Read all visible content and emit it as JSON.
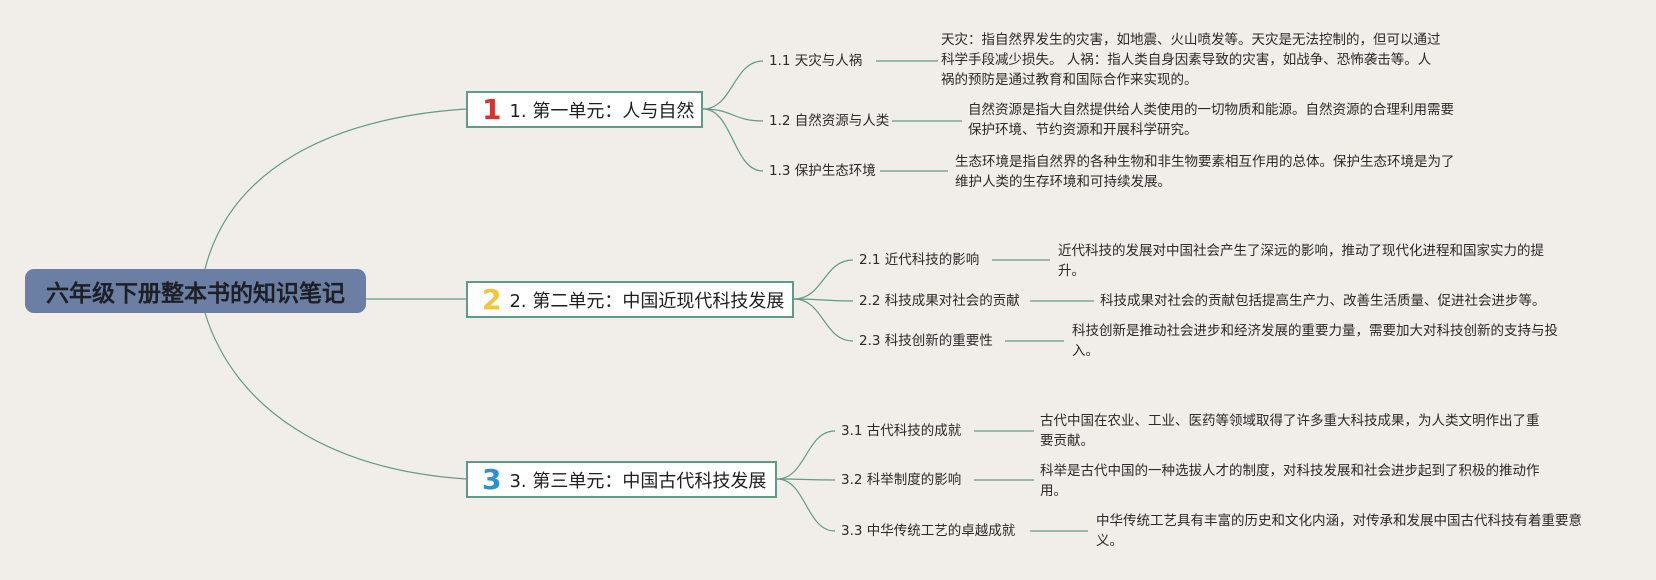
{
  "root": {
    "title": "六年级下册整本书的知识笔记"
  },
  "colors": {
    "root_fill": "#6b7ea3",
    "line": "#5f9b88",
    "num1": "#d8322e",
    "num2": "#f2c63c",
    "num3": "#2d8fd4"
  },
  "units": [
    {
      "num": "1",
      "label": "1. 第一单元：人与自然",
      "subs": [
        {
          "label": "1.1 天灾与人祸",
          "desc": "天灾：指自然界发生的灾害，如地震、火山喷发等。天灾是无法控制的，但可以通过科学手段减少损失。 人祸：指人类自身因素导致的灾害，如战争、恐怖袭击等。人祸的预防是通过教育和国际合作来实现的。"
        },
        {
          "label": "1.2 自然资源与人类",
          "desc": "自然资源是指大自然提供给人类使用的一切物质和能源。自然资源的合理利用需要保护环境、节约资源和开展科学研究。"
        },
        {
          "label": "1.3 保护生态环境",
          "desc": "生态环境是指自然界的各种生物和非生物要素相互作用的总体。保护生态环境是为了维护人类的生存环境和可持续发展。"
        }
      ]
    },
    {
      "num": "2",
      "label": "2. 第二单元：中国近现代科技发展",
      "subs": [
        {
          "label": "2.1 近代科技的影响",
          "desc": "近代科技的发展对中国社会产生了深远的影响，推动了现代化进程和国家实力的提升。"
        },
        {
          "label": "2.2 科技成果对社会的贡献",
          "desc": "科技成果对社会的贡献包括提高生产力、改善生活质量、促进社会进步等。"
        },
        {
          "label": "2.3 科技创新的重要性",
          "desc": "科技创新是推动社会进步和经济发展的重要力量，需要加大对科技创新的支持与投入。"
        }
      ]
    },
    {
      "num": "3",
      "label": "3. 第三单元：中国古代科技发展",
      "subs": [
        {
          "label": "3.1 古代科技的成就",
          "desc": "古代中国在农业、工业、医药等领域取得了许多重大科技成果，为人类文明作出了重要贡献。"
        },
        {
          "label": "3.2 科举制度的影响",
          "desc": "科举是古代中国的一种选拔人才的制度，对科技发展和社会进步起到了积极的推动作用。"
        },
        {
          "label": "3.3 中华传统工艺的卓越成就",
          "desc": "中华传统工艺具有丰富的历史和文化内涵，对传承和发展中国古代科技有着重要意义。"
        }
      ]
    }
  ]
}
